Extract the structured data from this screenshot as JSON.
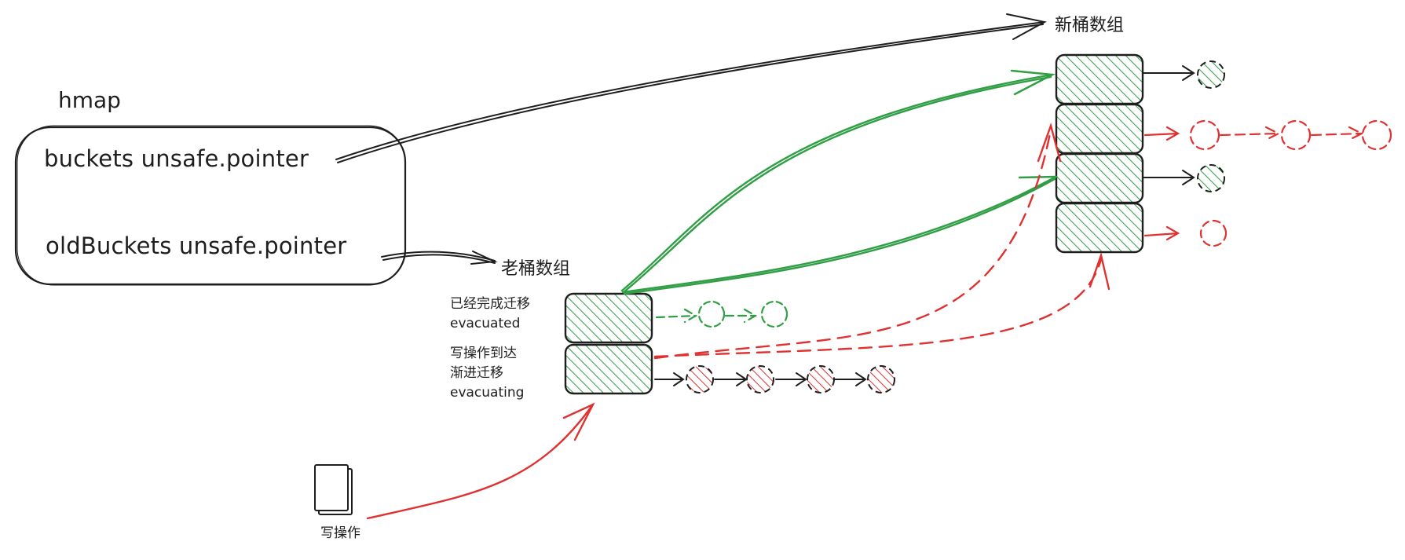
{
  "hmap": {
    "title": "hmap",
    "buckets_field": "buckets unsafe.pointer",
    "old_buckets_field": "oldBuckets unsafe.pointer"
  },
  "new_buckets": {
    "label": "新桶数组",
    "count": 4
  },
  "old_buckets": {
    "label": "老桶数组",
    "evacuated": {
      "line1": "已经完成迁移",
      "line2": "evacuated"
    },
    "evacuating": {
      "line1": "写操作到达",
      "line2": "渐进迁移",
      "line3": "evacuating"
    }
  },
  "write_op": {
    "label": "写操作"
  },
  "colors": {
    "ink": "#1e1e1e",
    "green": "#2f9e44",
    "green_fill": "#b2f2bb",
    "red": "#e03131",
    "red_fill": "#ffc9c9"
  }
}
